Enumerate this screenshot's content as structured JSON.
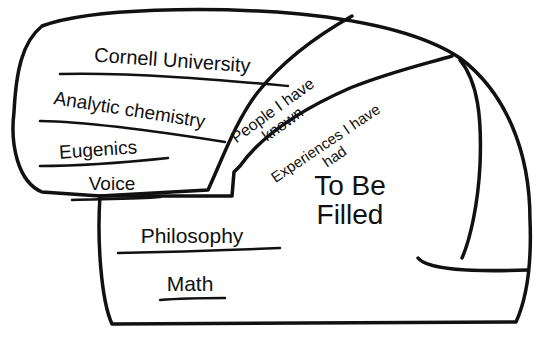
{
  "diagram": {
    "labels": [
      "Cornell University",
      "Analytic chemistry",
      "Eugenics",
      "Voice",
      "People I have known",
      "Experiences I have had",
      "To Be Filled",
      "Philosophy",
      "Math"
    ]
  }
}
